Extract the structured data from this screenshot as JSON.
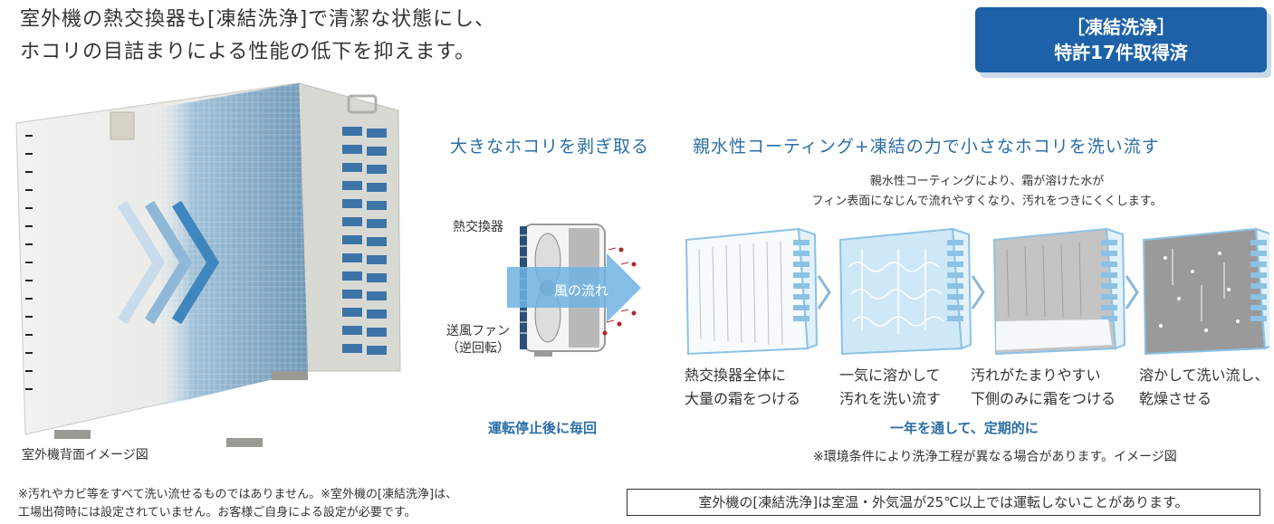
{
  "headline": {
    "line1": "室外機の熱交換器も[凍結洗浄]で清潔な状態にし、",
    "line2": "ホコリの目詰まりによる性能の低下を抑えます。"
  },
  "badge": {
    "line1": "［凍結洗浄］",
    "line2": "特許17件取得済"
  },
  "photo_caption": "室外機背面イメージ図",
  "left_panel": {
    "title": "大きなホコリを剥ぎ取る",
    "heat_exchanger_label": "熱交換器",
    "fan_label_line1": "送風ファン",
    "fan_label_line2": "（逆回転）",
    "airflow_label": "風の流れ",
    "timing": "運転停止後に毎回"
  },
  "right_panel": {
    "title": "親水性コーティング+凍結の力で小さなホコリを洗い流す",
    "desc_line1": "親水性コーティングにより、霜が溶けた水が",
    "desc_line2": "フィン表面になじんで流れやすくなり、汚れをつきにくくします。",
    "steps": [
      {
        "line1": "熱交換器全体に",
        "line2": "大量の霜をつける"
      },
      {
        "line1": "一気に溶かして",
        "line2": "汚れを洗い流す"
      },
      {
        "line1": "汚れがたまりやすい",
        "line2": "下側のみに霜をつける"
      },
      {
        "line1": "溶かして洗い流し、",
        "line2": "乾燥させる"
      }
    ],
    "timing": "一年を通して、定期的に",
    "disclaimer": "※環境条件により洗浄工程が異なる場合があります。イメージ図"
  },
  "footnote": {
    "line1": "※汚れやカビ等をすべて洗い流せるものではありません。※室外機の[凍結洗浄]は、",
    "line2": "工場出荷時には設定されていません。お客様ご自身による設定が必要です。"
  },
  "box_note": "室外機の[凍結洗浄]は室温・外気温が25℃以上では運転しないことがあります。",
  "colors": {
    "brand_blue": "#1d62a8",
    "accent_blue": "#2a6ea6",
    "frost_blue": "#bfe0f5"
  }
}
